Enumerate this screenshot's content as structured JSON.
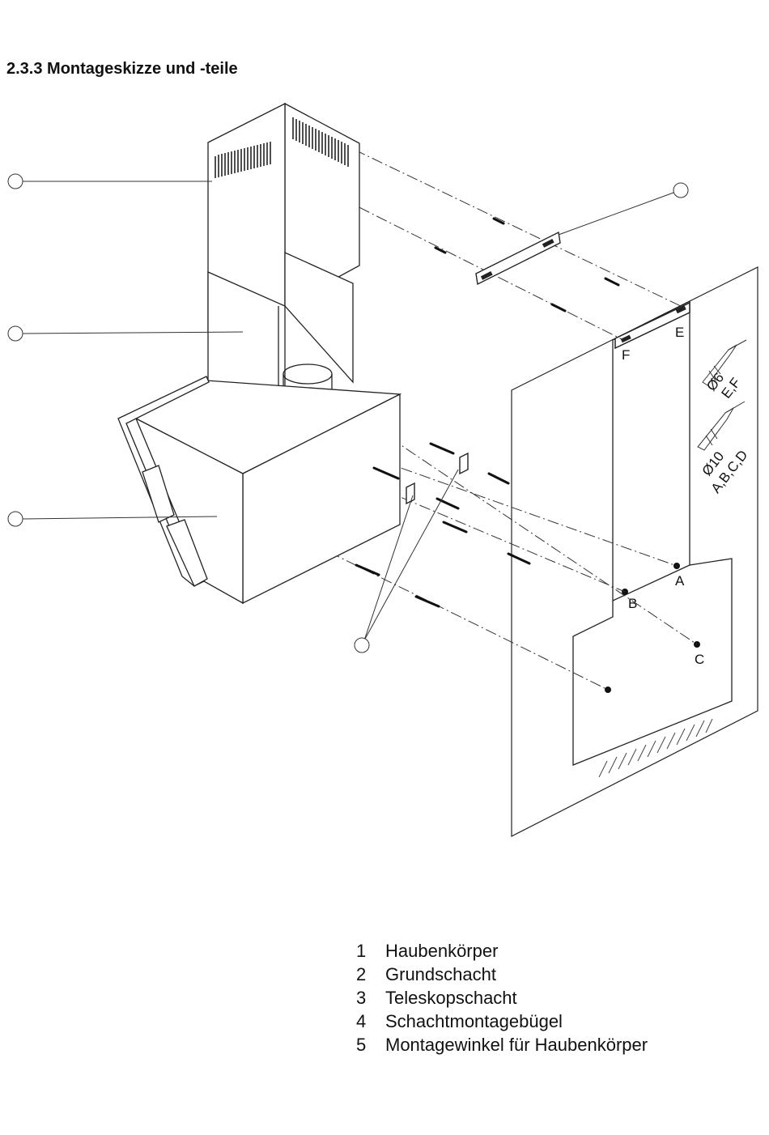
{
  "heading": "2.3.3 Montageskizze und -teile",
  "drill_hints": [
    {
      "diameter": "Ø6",
      "holes": "E,F"
    },
    {
      "diameter": "Ø10",
      "holes": "A,B,C,D"
    }
  ],
  "hole_labels": [
    "A",
    "B",
    "C",
    "E",
    "F"
  ],
  "legend": [
    {
      "num": "1",
      "text": "Haubenkörper"
    },
    {
      "num": "2",
      "text": "Grundschacht"
    },
    {
      "num": "3",
      "text": "Teleskopschacht"
    },
    {
      "num": "4",
      "text": "Schachtmontagebügel"
    },
    {
      "num": "5",
      "text": "Montagewinkel für Haubenkörper"
    }
  ]
}
